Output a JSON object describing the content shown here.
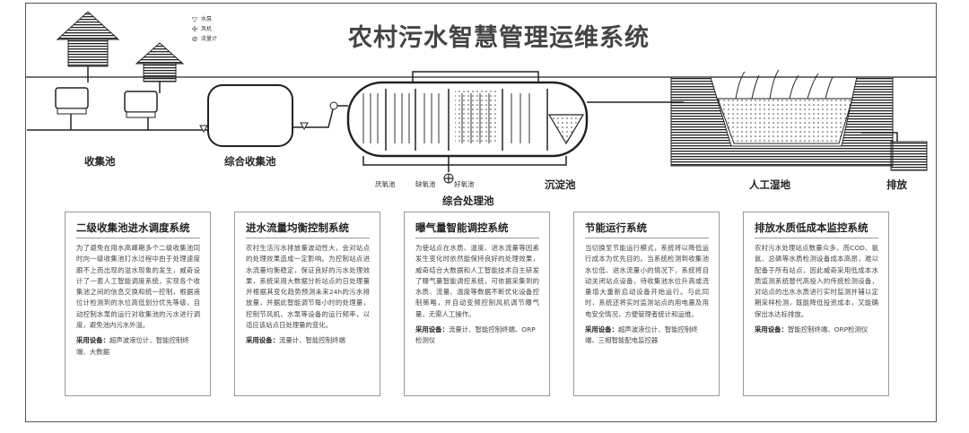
{
  "title": "农村污水智慧管理运维系统",
  "legend": [
    {
      "icon": "pump-triangle-icon",
      "label": "水泵"
    },
    {
      "icon": "fan-icon",
      "label": "风机"
    },
    {
      "icon": "flowmeter-icon",
      "label": "流量计"
    }
  ],
  "stages": {
    "collection_pool": "收集池",
    "main_collection_pool": "综合收集池",
    "anaerobic": "厌氧池",
    "anoxic": "缺氧池",
    "aerobic": "好氧池",
    "integrated_treatment": "综合处理池",
    "sedimentation": "沉淀池",
    "wetland": "人工湿地",
    "discharge": "排放"
  },
  "cards": [
    {
      "title": "二级收集池进水调度系统",
      "body": "为了避免在用水高峰期多个二级收集池同时向一级收集池打水过程中由于处理速度跟不上而出现的溢水现象的发生，威奇设计了一套人工智能调度系统，实现各个收集池之间的信息交换和统一控制，根据液位计检测到的水位高低划分优先等级，自动控制水泵的运行对收集池的污水进行调度，避免池内污水外溢。",
      "equip_label": "采用设备：",
      "equip": "超声波液位计、智能控制终端、大数据"
    },
    {
      "title": "进水流量均衡控制系统",
      "body": "农村生活污水排放量波动性大，会对站点的处理效果造成一定影响。为控制站点进水流量均衡稳定，保证良好的污水处理效果，系统采用大数据分析站点的日处理量并根据其变化趋势预测未来24h的污水排放量，并据此智能调节每小时的处理量，控制节风机、水泵等设备的运行频率，以适应该站点日处理量的变化。",
      "equip_label": "采用设备：",
      "equip": "流量计、智能控制终端"
    },
    {
      "title": "曝气量智能调控系统",
      "body": "为使站点在水质、温度、进水流量等因素发生变化时依然能保持良好的处理效果，威奇结合大数据和人工智能技术自主研发了曝气量智能调控系统，可依据采集到的水质、流量、温度等数据不断优化设备控制策略，并自动变频控制风机调节曝气量，无需人工操作。",
      "equip_label": "采用设备：",
      "equip": "流量计、智能控制终端、ORP检测仪"
    },
    {
      "title": "节能运行系统",
      "body": "当切换至节能运行模式，系统将以降低运行成本为优先目的。当系统检测到收集池水位低、进水流量小的情况下，系统将自动关闭站点设备，待收集池水位升高或流量增大重新启动设备开始运行。与此同时，系统还将实时监测站点的用电量及用电安全情况，方便管理者统计和运维。",
      "equip_label": "采用设备：",
      "equip": "超声波液位计、智能控制终端、三相智能配电监控器"
    },
    {
      "title": "排放水质低成本监控系统",
      "body": "农村污水处理站点数量众多，而COD、氨氮、总磷等水质检测设备成本高昂，难以配备于所有站点，因此威奇采用低成本水质监测系统替代高投入的传统检测设备，对站点的出水水质进行实时监测并辅以定期采样检测，既能降低投资成本，又能确保出水达标排放。",
      "equip_label": "采用设备：",
      "equip": "智能控制终端、ORP检测仪"
    }
  ],
  "colors": {
    "title": "#444444",
    "line": "#222222",
    "border": "#9a9a9a",
    "text": "#444444"
  }
}
